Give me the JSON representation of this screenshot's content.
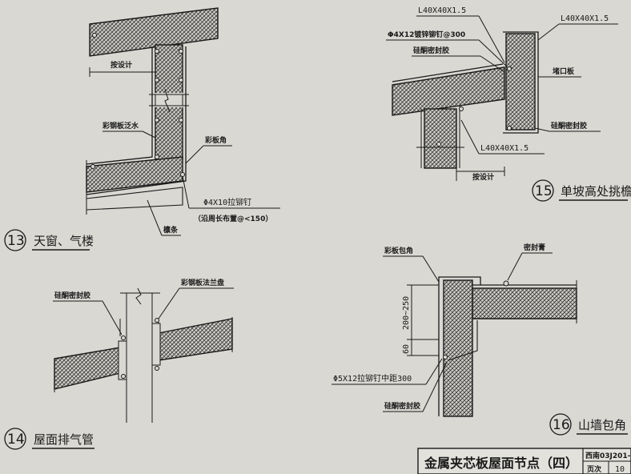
{
  "detail13": {
    "number": "13",
    "title": "天窗、气楼",
    "labels": {
      "design": "按设计",
      "flashing": "彩钢板泛水",
      "corner": "彩板角",
      "rivet": "Φ4X10拉铆钉",
      "rivet_note": "（沿周长布置@<150）",
      "purlin": "檩条"
    }
  },
  "detail14": {
    "number": "14",
    "title": "屋面排气管",
    "labels": {
      "sealant": "硅酮密封胶",
      "flange": "彩钢板法兰盘"
    }
  },
  "detail15": {
    "number": "15",
    "title": "单坡高处挑檐",
    "labels": {
      "angle_top": "L40X40X1.5",
      "angle_right": "L40X40X1.5",
      "rivet": "Φ4X12镀锌铆钉@300",
      "sealant_top": "硅酮密封胶",
      "fascia": "堵口板",
      "sealant_right": "硅酮密封胶",
      "angle_bottom": "L40X40X1.5",
      "design": "按设计"
    }
  },
  "detail16": {
    "number": "16",
    "title": "山墙包角",
    "labels": {
      "corner": "彩板包角",
      "sealant_cream": "密封膏",
      "dim_upper": "200~250",
      "dim_lower": "60",
      "rivet": "Φ5X12拉铆钉中距300",
      "sealant": "硅酮密封胶"
    }
  },
  "title_block": {
    "title": "金属夹芯板屋面节点（四）",
    "atlas": "西南03J201-",
    "page_label": "页次",
    "page": "10"
  }
}
